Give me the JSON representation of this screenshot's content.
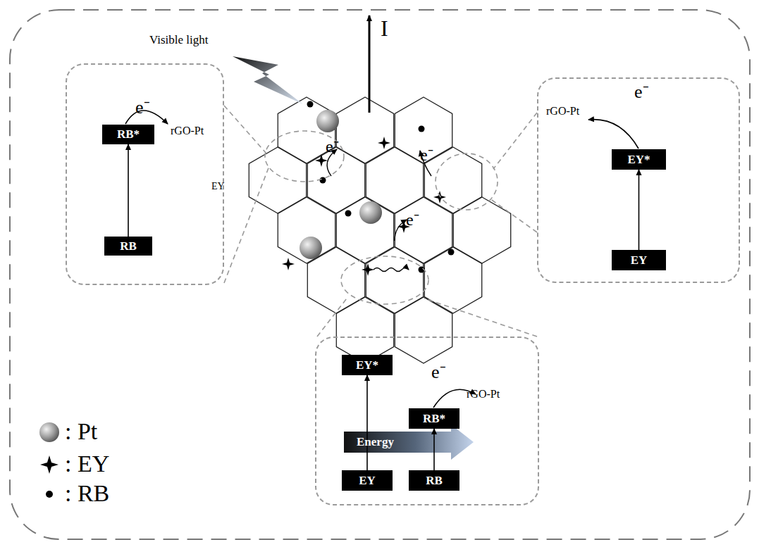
{
  "diagram": {
    "nodes": [
      {
        "text": [
          "e⁻",
          "rGO-Pt"
        ]
      },
      {
        "text": [
          "RB*"
        ],
        "in": 0
      },
      {
        "text": [
          "RB"
        ],
        "in": 0
      },
      {
        "text": [
          "e⁻",
          "rGO-Pt"
        ]
      },
      {
        "text": [
          "EY*"
        ],
        "in": 3
      },
      {
        "text": [
          "EY"
        ],
        "in": 3
      },
      {
        "text": [
          "e⁻",
          "rGO-Pt",
          "Energy"
        ]
      },
      {
        "text": [
          "EY*"
        ],
        "in": 6
      },
      {
        "text": [
          "RB*"
        ],
        "in": 6
      },
      {
        "text": [
          "EY"
        ],
        "in": 6
      },
      {
        "text": [
          "RB"
        ],
        "in": 6
      }
    ],
    "edges": [
      {
        "from": 2,
        "to": 1,
        "arrow": "to"
      },
      {
        "from": 5,
        "to": 4,
        "arrow": "to"
      },
      {
        "from": 9,
        "to": 7,
        "arrow": "to"
      },
      {
        "from": 10,
        "to": 8,
        "arrow": "to"
      }
    ],
    "labels": [
      "Visible light",
      "I",
      "e⁻",
      "e⁻",
      "e⁻",
      "EY"
    ],
    "legend": [
      {
        "text": ": Pt"
      },
      {
        "text": ": EY"
      },
      {
        "text": ": RB"
      }
    ]
  }
}
